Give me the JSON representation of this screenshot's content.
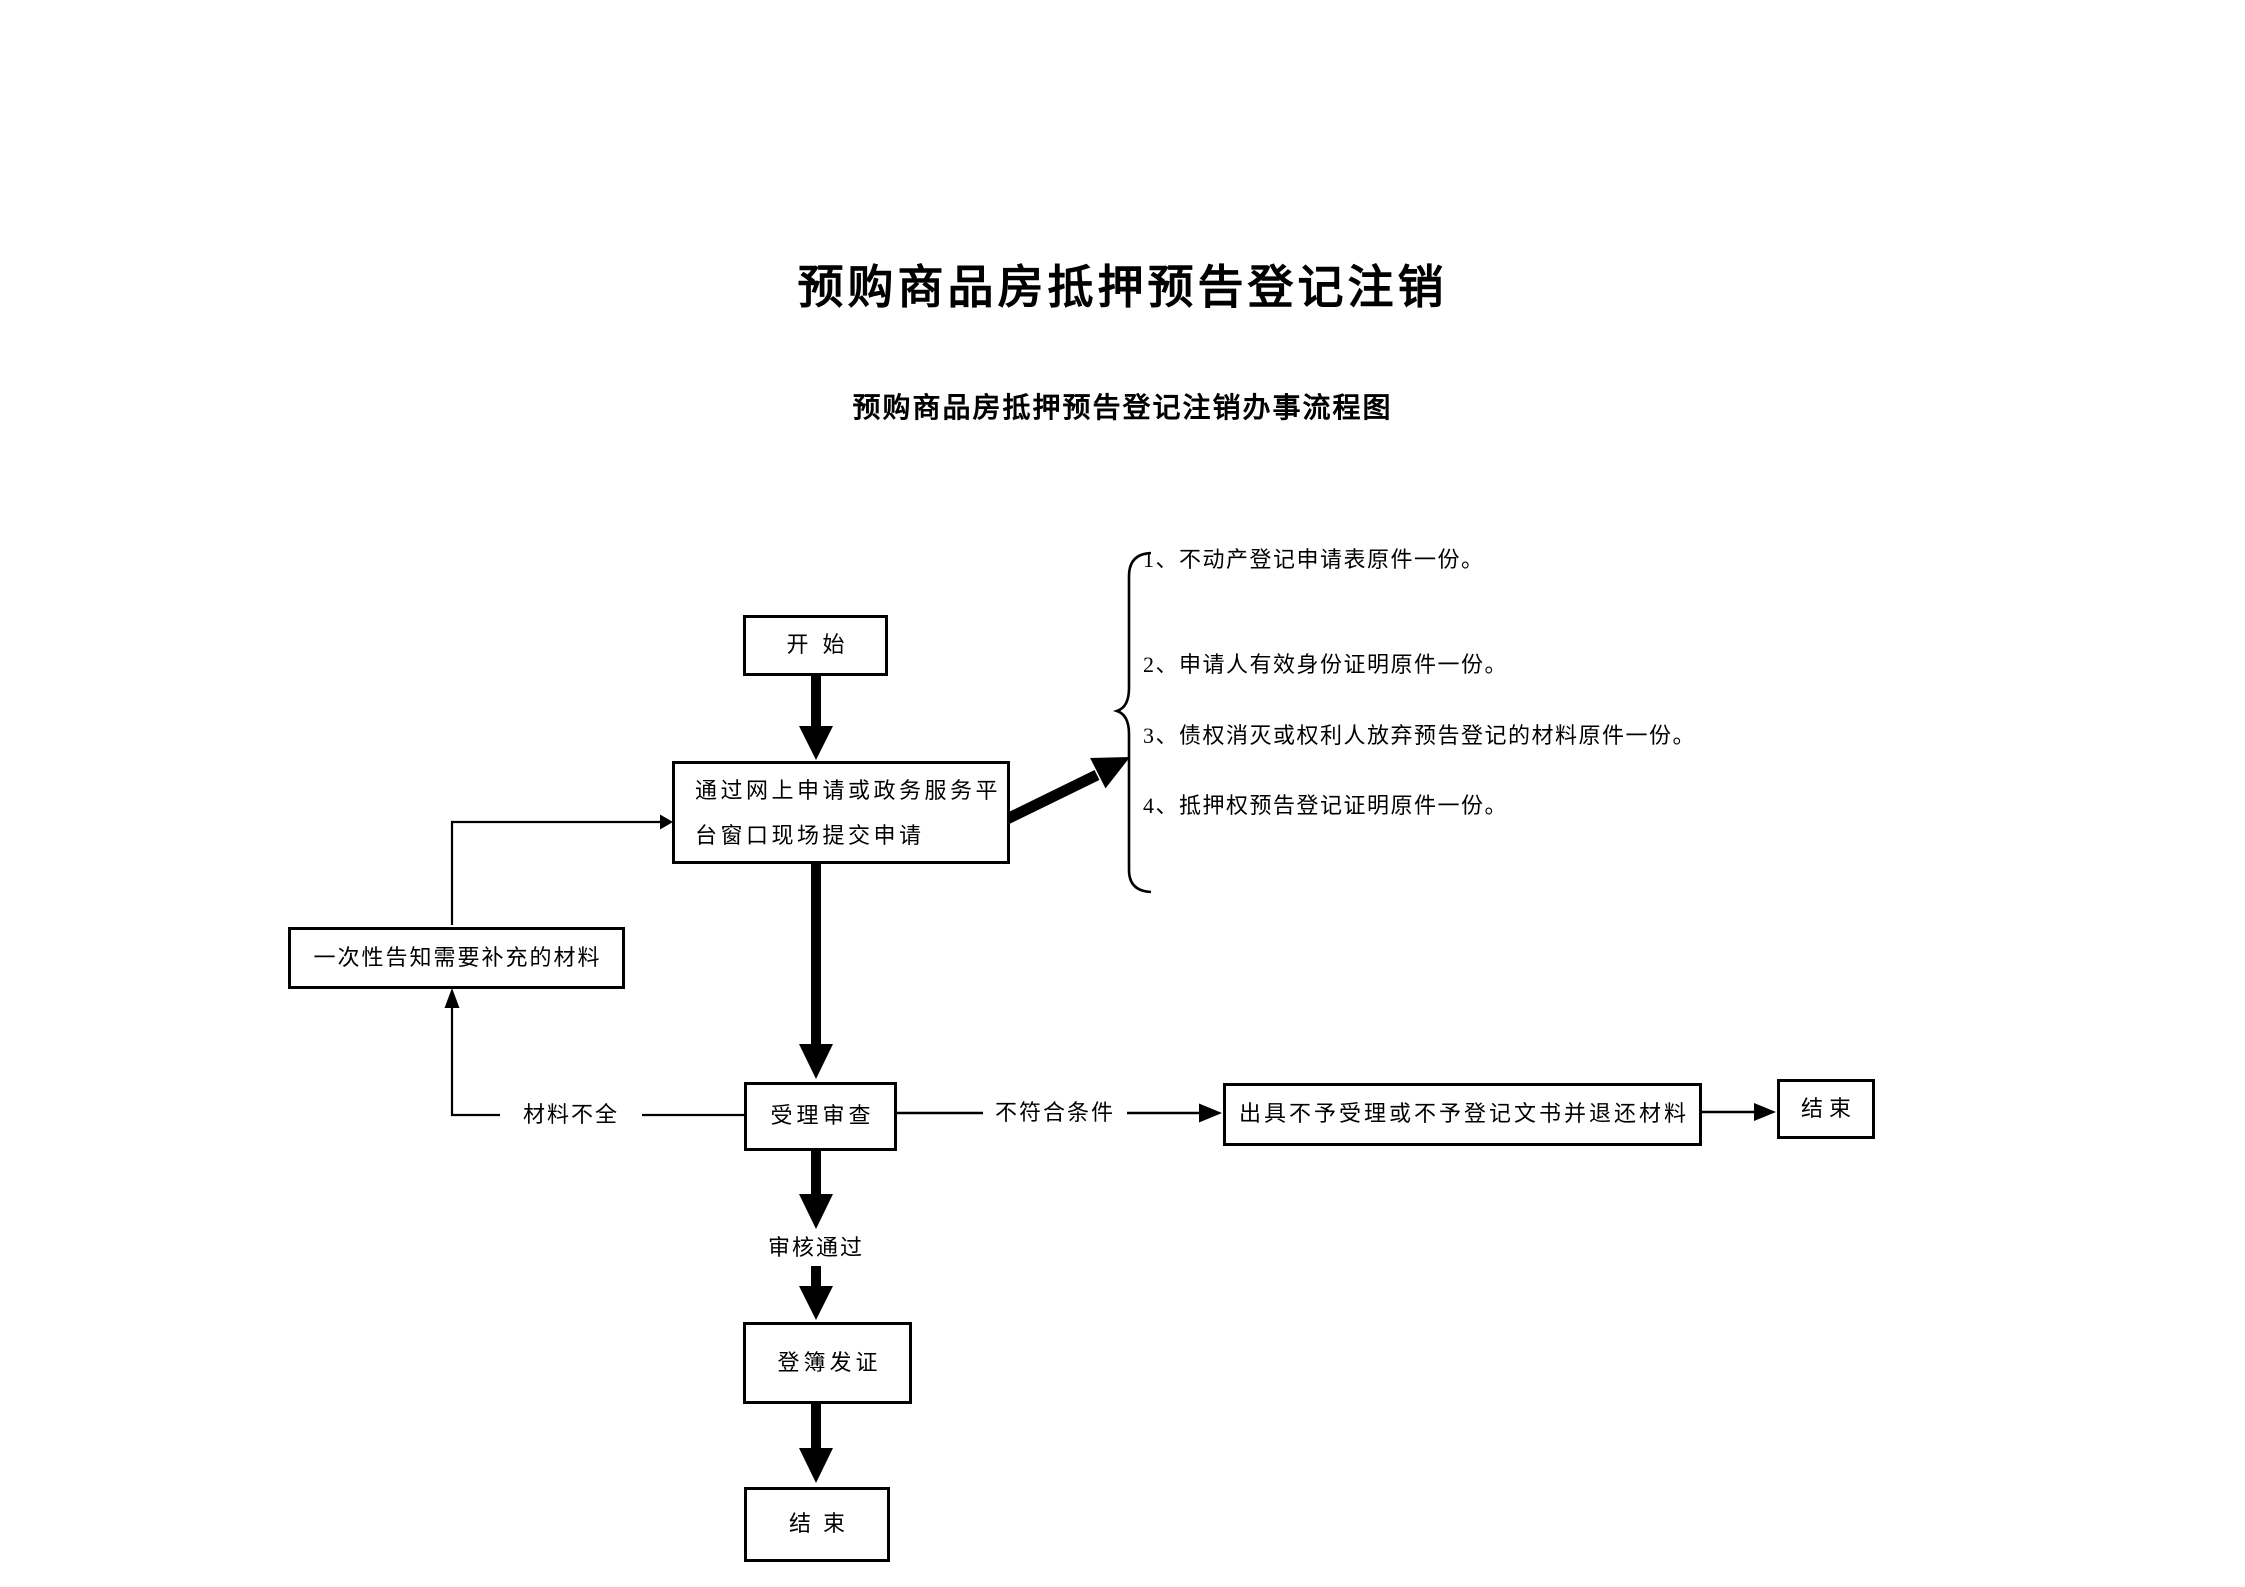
{
  "page": {
    "title": "预购商品房抵押预告登记注销",
    "subtitle": "预购商品房抵押预告登记注销办事流程图"
  },
  "flow": {
    "start": "开始",
    "submit_line1": "通过网上申请或政务服务平",
    "submit_line2": "台窗口现场提交申请",
    "supplement": "一次性告知需要补充的材料",
    "review": "受理审查",
    "materials_incomplete": "材料不全",
    "not_qualified": "不符合条件",
    "reject": "出具不予受理或不予登记文书并退还材料",
    "end_right": "结束",
    "review_passed": "审核通过",
    "register": "登簿发证",
    "end_bottom": "结束"
  },
  "materials": {
    "items": [
      "1、不动产登记申请表原件一份。",
      "2、申请人有效身份证明原件一份。",
      "3、债权消灭或权利人放弃预告登记的材料原件一份。",
      "4、抵押权预告登记证明原件一份。"
    ]
  },
  "colors": {
    "ink": "#000000",
    "background": "#ffffff"
  }
}
